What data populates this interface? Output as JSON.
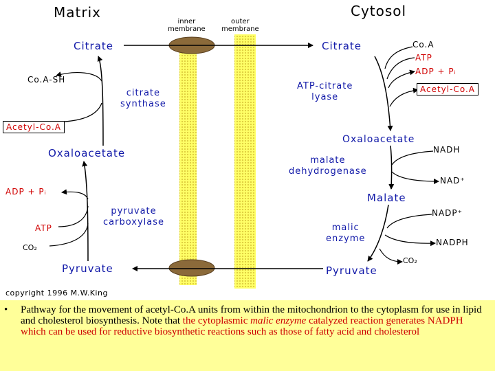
{
  "headings": {
    "matrix": "Matrix",
    "cytosol": "Cytosol",
    "inner_membrane": "inner\nmembrane",
    "outer_membrane": "outer\nmembrane"
  },
  "matrix": {
    "citrate": "Citrate",
    "coa_sh": "Co.A-SH",
    "citrate_synthase": "citrate\nsynthase",
    "acetyl_coa": "Acetyl-Co.A",
    "oxaloacetate": "Oxaloacetate",
    "adp_pi": "ADP + Pᵢ",
    "pyruvate_carboxylase": "pyruvate\ncarboxylase",
    "atp": "ATP",
    "co2": "CO₂",
    "pyruvate": "Pyruvate"
  },
  "cytosol": {
    "citrate": "Citrate",
    "coa": "Co.A",
    "atp": "ATP",
    "adp_pi": "ADP + Pᵢ",
    "atp_citrate_lyase": "ATP-citrate\nlyase",
    "acetyl_coa": "Acetyl-Co.A",
    "oxaloacetate": "Oxaloacetate",
    "nadh": "NADH",
    "malate_dehydrogenase": "malate\ndehydrogenase",
    "nad": "NAD⁺",
    "malate": "Malate",
    "nadp": "NADP⁺",
    "malic_enzyme": "malic\nenzyme",
    "nadph": "NADPH",
    "co2": "CO₂",
    "pyruvate": "Pyruvate"
  },
  "copyright": "copyright 1996 M.W.King",
  "caption": {
    "bullet": "•",
    "part1": "Pathway for the movement of acetyl-Co.A units from within the mitochondrion to the cytoplasm for use in lipid and cholesterol biosynthesis. Note that ",
    "part2": "the cytoplasmic ",
    "part3": "malic enzyme",
    "part4": " catalyzed reaction generates NADPH which can be used for reductive biosynthetic reactions such as those of fatty acid and cholesterol"
  },
  "colors": {
    "label_blue": "#1018a8",
    "membrane_yellow": "#ffff66",
    "transporter_brown": "#8b6a3a",
    "caption_bg": "#ffff99",
    "caption_red": "#cc0000"
  }
}
